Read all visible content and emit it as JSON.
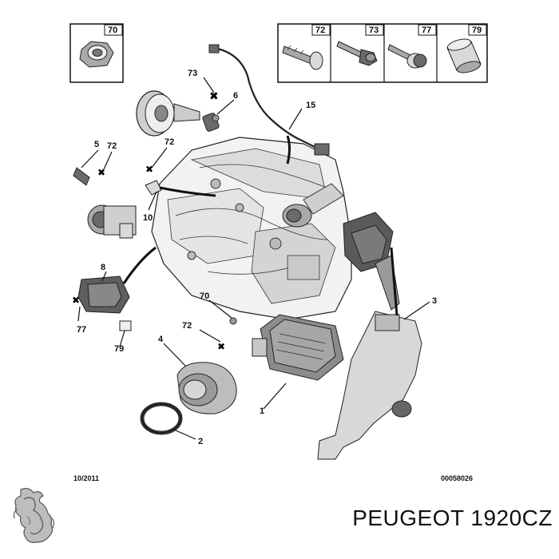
{
  "hardware_boxes": [
    {
      "id": "70"
    },
    {
      "id": "72"
    },
    {
      "id": "73"
    },
    {
      "id": "77"
    },
    {
      "id": "79"
    }
  ],
  "callouts": {
    "c73a": "73",
    "c6": "6",
    "c15": "15",
    "c5": "5",
    "c72a": "72",
    "c72b": "72",
    "c10": "10",
    "c8": "8",
    "c77": "77",
    "c79": "79",
    "c70": "70",
    "c72c": "72",
    "c4": "4",
    "c3": "3",
    "c1": "1",
    "c2": "2"
  },
  "footer": {
    "date": "10/2011",
    "ref": "00058026"
  },
  "brand": {
    "text": "PEUGEOT 1920CZ"
  },
  "colors": {
    "line": "#111111",
    "part_light": "#d9d9d9",
    "part_dark": "#6a6a6a"
  }
}
